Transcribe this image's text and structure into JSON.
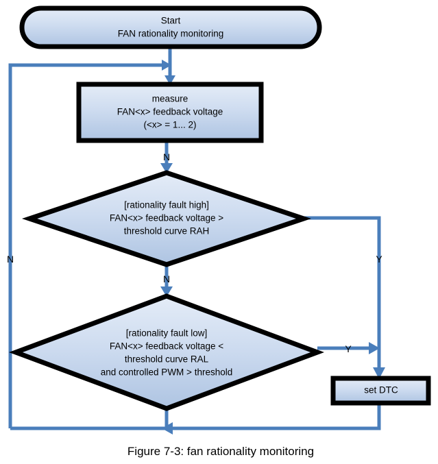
{
  "figure": {
    "caption": "Figure 7-3: fan rationality monitoring",
    "colors": {
      "shape_fill_top": "#dfe8f5",
      "shape_fill_bottom": "#b2c7e3",
      "shape_border": "#000000",
      "connector": "#4a7ebb",
      "text": "#000000",
      "background": "#ffffff"
    }
  },
  "nodes": {
    "start": {
      "type": "terminator",
      "line1": "Start",
      "line2": "FAN rationality monitoring"
    },
    "measure": {
      "type": "process",
      "line1": "measure",
      "line2": "FAN<x> feedback voltage",
      "line3": "(<x> = 1... 2)"
    },
    "decision_high": {
      "type": "decision",
      "line1": "[rationality fault high]",
      "line2": "FAN<x> feedback voltage >",
      "line3": "threshold curve RAH"
    },
    "decision_low": {
      "type": "decision",
      "line1": "[rationality fault low]",
      "line2": "FAN<x> feedback voltage <",
      "line3": "threshold curve RAL",
      "line4": "and controlled PWM > threshold"
    },
    "set_dtc": {
      "type": "process",
      "line1": "set DTC"
    }
  },
  "edge_labels": {
    "measure_to_high": "N",
    "high_to_low": "N",
    "high_yes": "Y",
    "low_yes": "Y",
    "loop_back": "N"
  }
}
